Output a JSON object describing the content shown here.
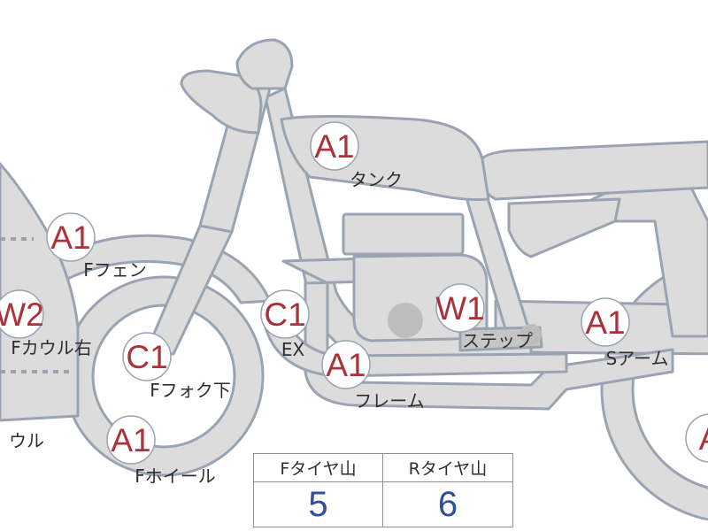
{
  "colors": {
    "part_fill": "#dcdcdc",
    "part_stroke": "#9aa3b2",
    "badge_text": "#a8333a",
    "table_value": "#2f4e9c"
  },
  "badges": [
    {
      "code": "A1",
      "label": "タンク"
    },
    {
      "code": "A1",
      "label": "Fフェン"
    },
    {
      "code": "W2",
      "label": "Fカウル右"
    },
    {
      "code": "C1",
      "label": "Fフォク下"
    },
    {
      "code": "C1",
      "label": "EX"
    },
    {
      "code": "W1",
      "label": "ステップ"
    },
    {
      "code": "A1",
      "label": "フレーム"
    },
    {
      "code": "A1",
      "label": "Sアーム"
    },
    {
      "code": "A1",
      "label": "Fホイール"
    },
    {
      "code": "A",
      "label": ""
    }
  ],
  "extra_labels": {
    "cowl_fragment": "ウル"
  },
  "tire_table": {
    "headers": [
      "Fタイヤ山",
      "Rタイヤ山"
    ],
    "values": [
      "5",
      "6"
    ]
  }
}
